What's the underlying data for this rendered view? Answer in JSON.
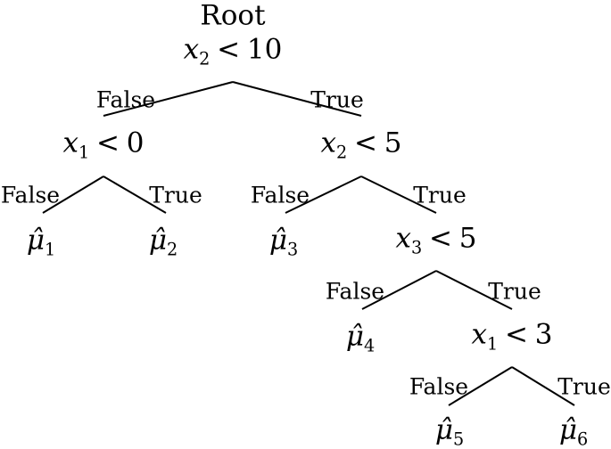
{
  "root_label": "Root",
  "nodes": [
    {
      "id": "n0",
      "var": "x",
      "sub": "2",
      "op": "<",
      "val": "10"
    },
    {
      "id": "n1",
      "var": "x",
      "sub": "1",
      "op": "<",
      "val": "0"
    },
    {
      "id": "n2",
      "var": "x",
      "sub": "2",
      "op": "<",
      "val": "5"
    },
    {
      "id": "n3",
      "var": "x",
      "sub": "3",
      "op": "<",
      "val": "5"
    },
    {
      "id": "n4",
      "var": "x",
      "sub": "1",
      "op": "<",
      "val": "3"
    }
  ],
  "leaves": [
    {
      "id": "l1",
      "symbol": "μ̂",
      "sub": "1"
    },
    {
      "id": "l2",
      "symbol": "μ̂",
      "sub": "2"
    },
    {
      "id": "l3",
      "symbol": "μ̂",
      "sub": "3"
    },
    {
      "id": "l4",
      "symbol": "μ̂",
      "sub": "4"
    },
    {
      "id": "l5",
      "symbol": "μ̂",
      "sub": "5"
    },
    {
      "id": "l6",
      "symbol": "μ̂",
      "sub": "6"
    }
  ],
  "edge_labels": {
    "false": "False",
    "true": "True"
  },
  "edges": [
    {
      "from": "n0",
      "to": "n1",
      "label": "False"
    },
    {
      "from": "n0",
      "to": "n2",
      "label": "True"
    },
    {
      "from": "n1",
      "to": "l1",
      "label": "False"
    },
    {
      "from": "n1",
      "to": "l2",
      "label": "True"
    },
    {
      "from": "n2",
      "to": "l3",
      "label": "False"
    },
    {
      "from": "n2",
      "to": "n3",
      "label": "True"
    },
    {
      "from": "n3",
      "to": "l4",
      "label": "False"
    },
    {
      "from": "n3",
      "to": "n4",
      "label": "True"
    },
    {
      "from": "n4",
      "to": "l5",
      "label": "False"
    },
    {
      "from": "n4",
      "to": "l6",
      "label": "True"
    }
  ]
}
